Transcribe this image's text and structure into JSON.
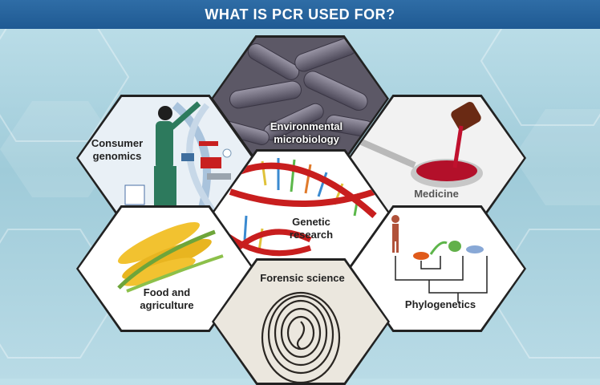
{
  "header": {
    "title": "WHAT IS PCR USED FOR?"
  },
  "tiles": {
    "environmental": {
      "label_line1": "Environmental",
      "label_line2": "microbiology",
      "icon": "bacteria-image"
    },
    "consumer": {
      "label_line1": "Consumer",
      "label_line2": "genomics",
      "icon": "person-image"
    },
    "medicine": {
      "label": "Medicine",
      "icon": "medicine-spoon-image"
    },
    "genetic": {
      "label_line1": "Genetic",
      "label_line2": "research",
      "icon": "dna-helix-image"
    },
    "food": {
      "label_line1": "Food and",
      "label_line2": "agriculture",
      "icon": "corn-image"
    },
    "phylogenetics": {
      "label": "Phylogenetics",
      "icon": "tree-of-life-image"
    },
    "forensic": {
      "label": "Forensic science",
      "icon": "fingerprint-image"
    }
  },
  "colors": {
    "header": "#1f5a93",
    "dna_red": "#c81e1e",
    "corn_yellow": "#f2c230"
  }
}
